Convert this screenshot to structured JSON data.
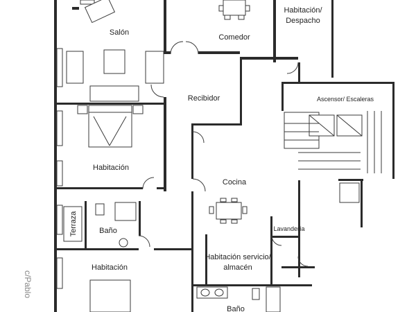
{
  "rooms": {
    "salon": "Salón",
    "comedor": "Comedor",
    "despacho_1": "Habitación/",
    "despacho_2": "Despacho",
    "recibidor": "Recibidor",
    "escaleras": "Ascensor/ Escaleras",
    "habitacion_1": "Habitación",
    "cocina": "Cocina",
    "terraza": "Terraza",
    "bano_1": "Baño",
    "lavanderia": "Lavandería",
    "servicio_1": "Habitación servicio/",
    "servicio_2": "almacén",
    "habitacion_2": "Habitación",
    "bano_2": "Baño"
  },
  "street": "c/Pablo"
}
